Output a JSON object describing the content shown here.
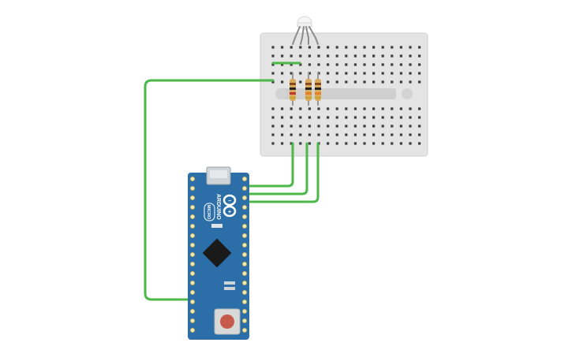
{
  "board": {
    "brand": "ARDUINO",
    "model": "MICRO"
  },
  "colors": {
    "wire": "#4cb848",
    "breadboard": "#e6e6e6",
    "board": "#2b6ea8",
    "resistor": "#d9a95c",
    "reset_button": "#c85a4a"
  },
  "icons": {
    "infinity_logo": "arduino-infinity-logo",
    "led": "rgb-led-icon",
    "chip": "microcontroller-chip-icon",
    "usb": "micro-usb-connector-icon",
    "reset": "reset-button-icon"
  }
}
